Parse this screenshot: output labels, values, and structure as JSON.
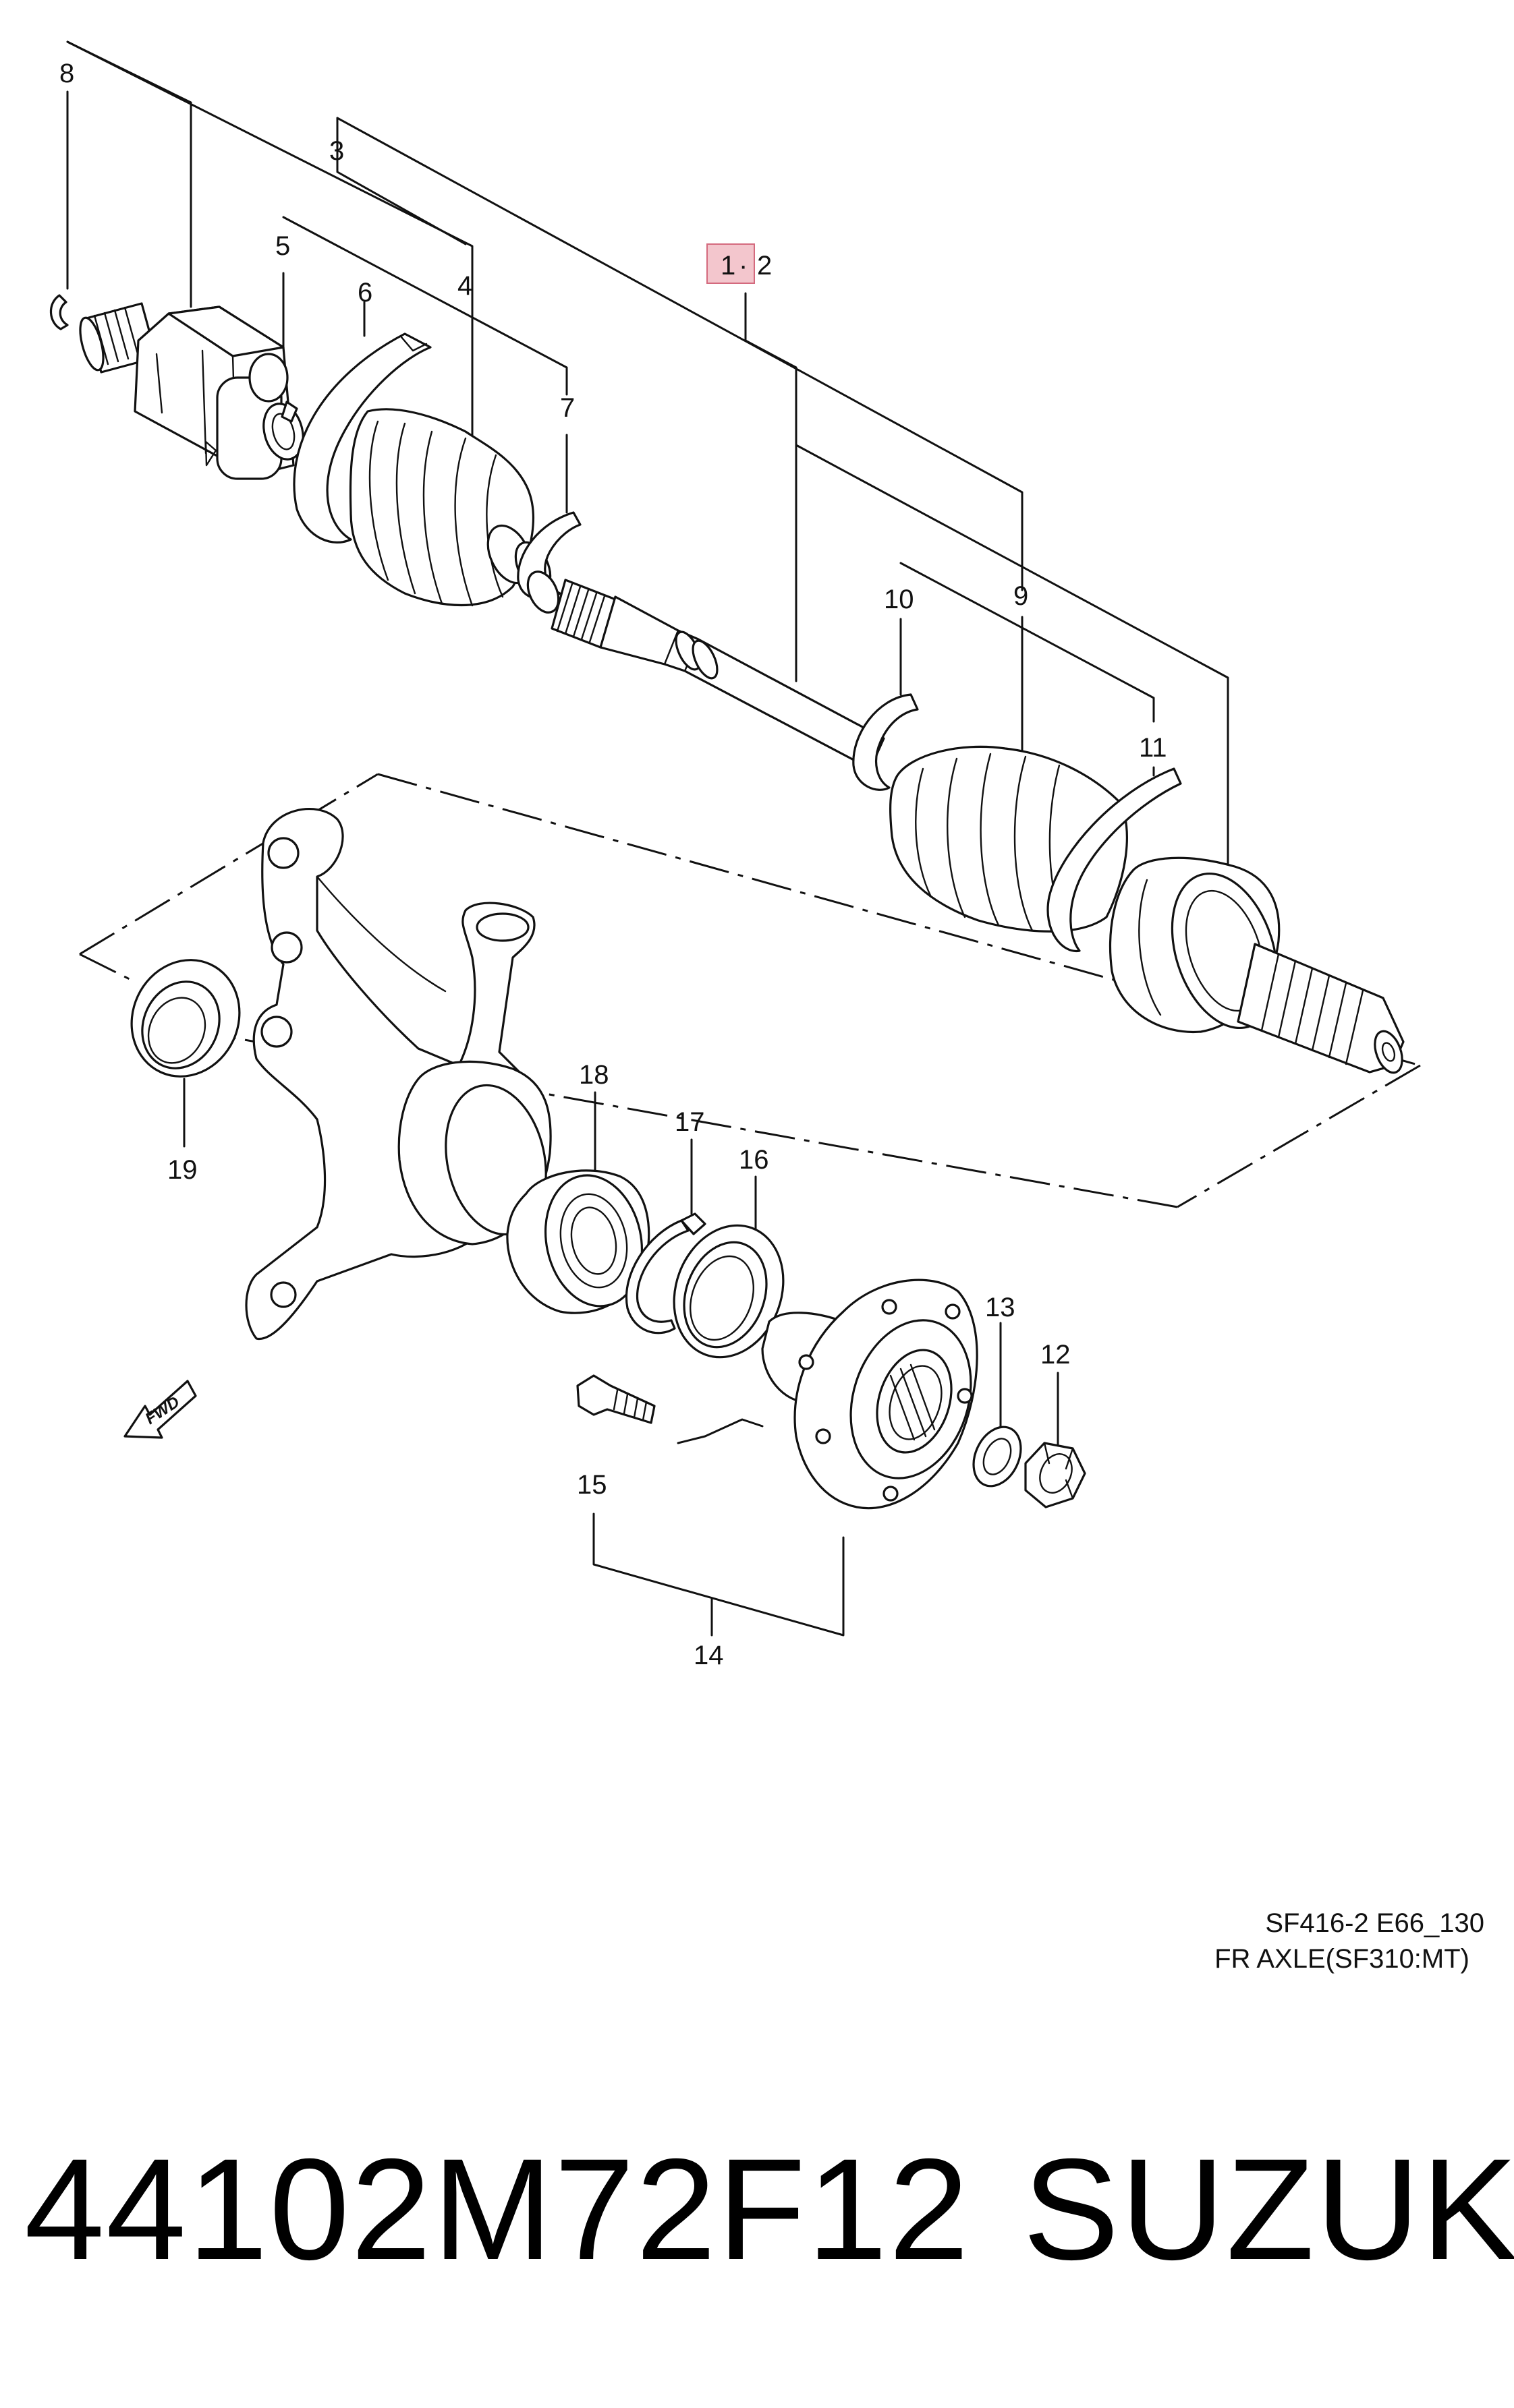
{
  "diagram": {
    "callouts": {
      "c1": "1",
      "c2": "2",
      "c3": "3",
      "c4": "4",
      "c5": "5",
      "c6": "6",
      "c7": "7",
      "c8": "8",
      "c9": "9",
      "c10": "10",
      "c11": "11",
      "c12": "12",
      "c13": "13",
      "c14": "14",
      "c15": "15",
      "c16": "16",
      "c17": "17",
      "c18": "18",
      "c19": "19"
    },
    "fwd_label": "FWD",
    "highlight_color": "#f3c6cd",
    "caption": {
      "code": "SF416-2 E66_130",
      "title": "FR AXLE(SF310:MT)"
    }
  },
  "footer": {
    "part_number": "44102M72F12",
    "brand": "SUZUKI"
  }
}
